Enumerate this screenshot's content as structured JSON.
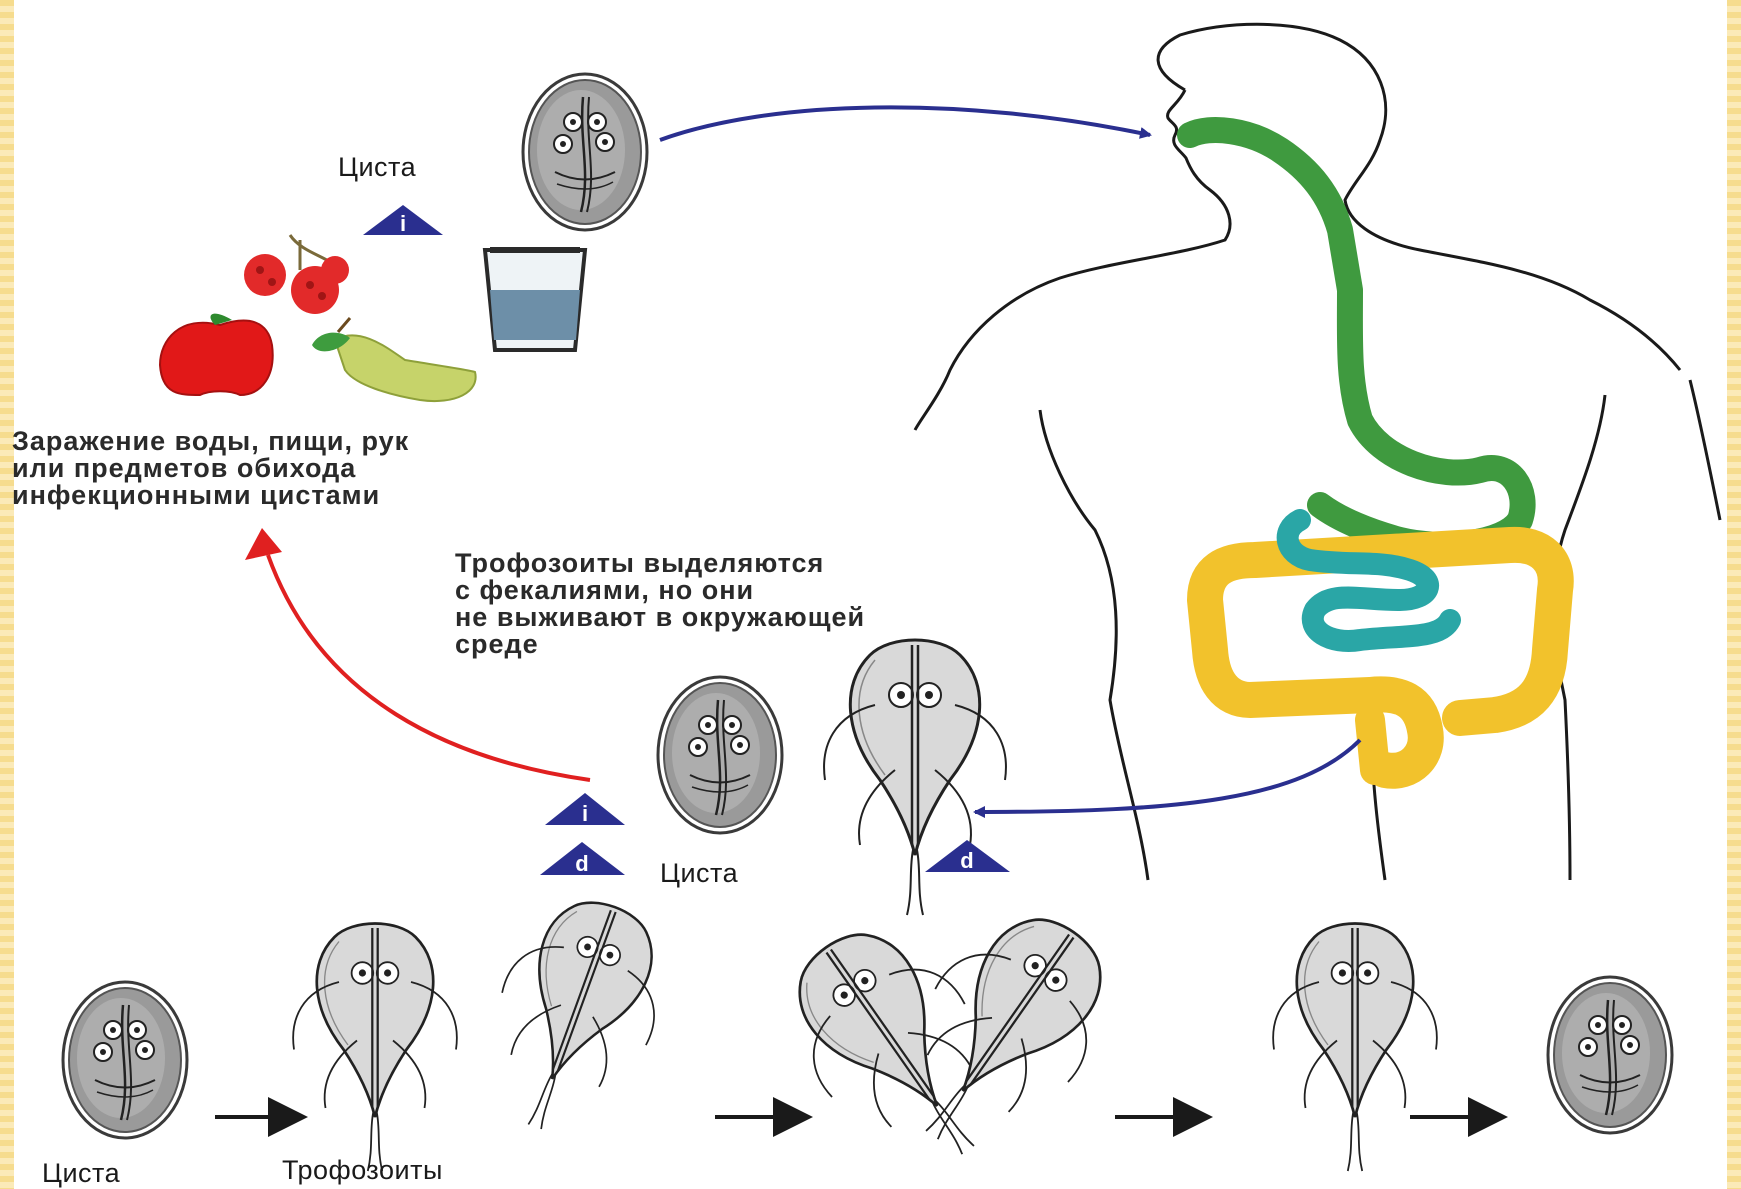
{
  "labels": {
    "cyst_top": "Циста",
    "cyst_middle": "Циста",
    "cyst_bottom": "Циста",
    "trophozoites_bottom": "Трофозоиты"
  },
  "captions": {
    "contamination": [
      "Заражение воды, пищи, рук",
      "или предметов обихода",
      "инфекционными цистами"
    ],
    "excretion": [
      "Трофозоиты выделяются",
      "с фекалиями, но они",
      "не выживают в окружающей",
      "среде"
    ]
  },
  "badges": {
    "infective": "i",
    "diagnostic": "d"
  },
  "colors": {
    "frame": "#f6dc8e",
    "ingestion_arrow": "#2a2f8f",
    "return_arrow": "#e02020",
    "upper_gi": "#3f9a3f",
    "small_intestine": "#2aa6a6",
    "large_intestine": "#f2c22c",
    "badge": "#2a2f8f"
  },
  "icons": [
    "cyst-icon",
    "trophozoite-icon",
    "raspberry-icon",
    "apple-icon",
    "pear-icon",
    "water-glass-icon",
    "human-body-icon",
    "arrow-right-icon"
  ]
}
